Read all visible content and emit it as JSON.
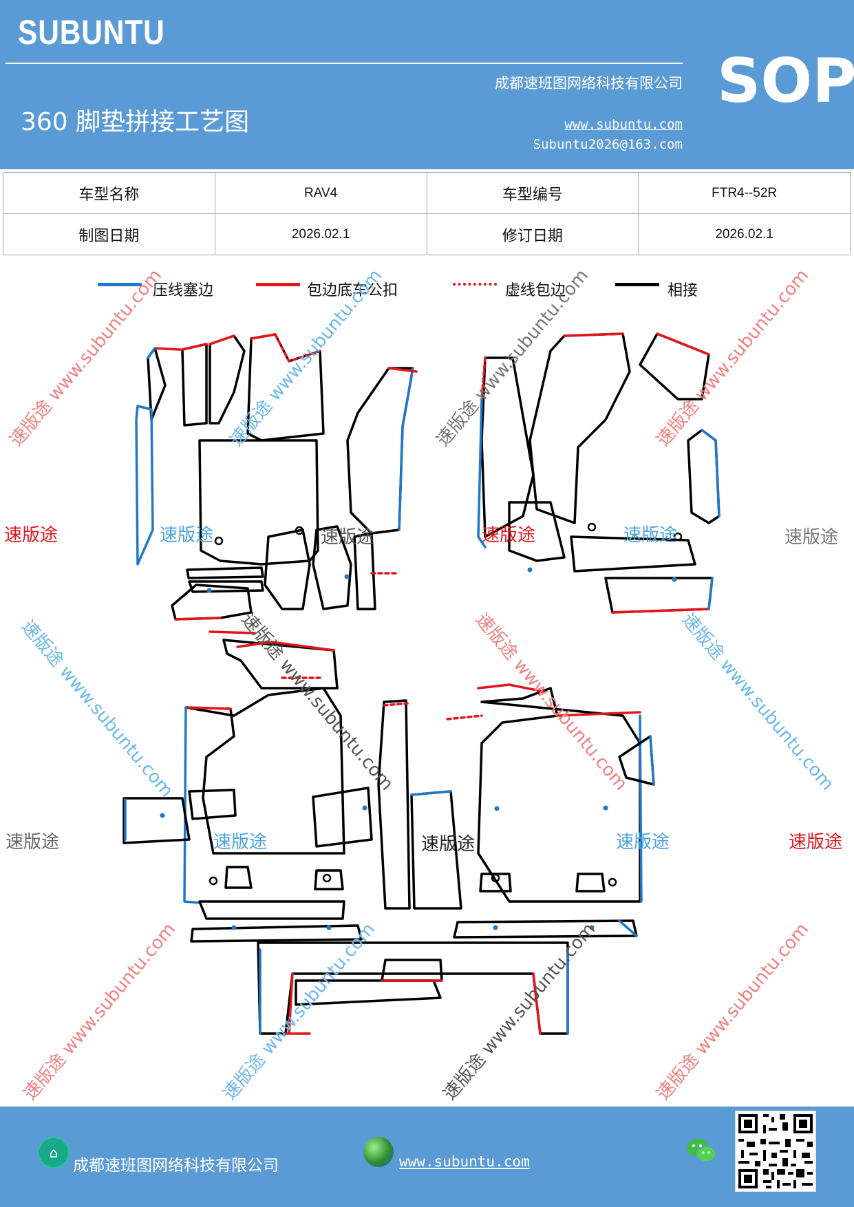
{
  "header": {
    "logo": "SUBUNTU",
    "title": "360 脚垫拼接工艺图",
    "company": "成都速班图网络科技有限公司",
    "website": "www.subuntu.com",
    "email": "Subuntu2026@163.com",
    "badge": "SOP"
  },
  "info": {
    "model_name_label": "车型名称",
    "model_name": "RAV4",
    "model_code_label": "车型编号",
    "model_code": "FTR4--52R",
    "draw_date_label": "制图日期",
    "draw_date": "2026.02.1",
    "revise_date_label": "修订日期",
    "revise_date": "2026.02.1"
  },
  "legend": [
    {
      "label": "压线塞边",
      "color": "#1f78c8",
      "style": "solid"
    },
    {
      "label": "包边底车公扣",
      "color": "#e3151a",
      "style": "solid"
    },
    {
      "label": "虚线包边",
      "color": "#e3151a",
      "style": "dashed"
    },
    {
      "label": "相接",
      "color": "#000000",
      "style": "solid"
    }
  ],
  "watermark": {
    "brand": "速版途",
    "long": "速版途 www.subuntu.com"
  },
  "footer": {
    "company": "成都速班图网络科技有限公司",
    "website": "www.subuntu.com"
  },
  "colors": {
    "header_bg": "#5b9bd5",
    "blue_line": "#1f78c8",
    "red_line": "#e3151a",
    "black_line": "#000000"
  },
  "icons": [
    "home-icon",
    "globe-icon",
    "wechat-icon",
    "qr-code"
  ]
}
